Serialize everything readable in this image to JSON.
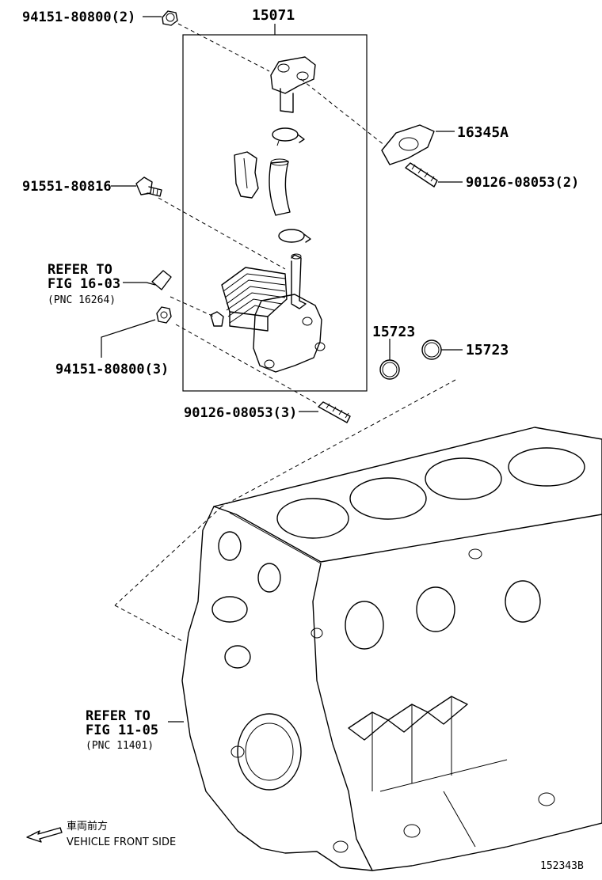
{
  "labels": {
    "nut_top": "94151-80800(2)",
    "assembly": "15071",
    "gasket": "16345A",
    "stud_top": "90126-08053(2)",
    "bolt": "91551-80816",
    "refer1_line1": "REFER TO",
    "refer1_line2": "FIG 16-03",
    "refer1_line3": "(PNC 16264)",
    "oring_left": "15723",
    "oring_right": "15723",
    "nut_bottom": "94151-80800(3)",
    "stud_bottom": "90126-08053(3)",
    "refer2_line1": "REFER TO",
    "refer2_line2": "FIG 11-05",
    "refer2_line3": "(PNC 11401)",
    "front_jp": "車両前方",
    "front_en": "VEHICLE FRONT SIDE",
    "figure_code": "152343B"
  }
}
